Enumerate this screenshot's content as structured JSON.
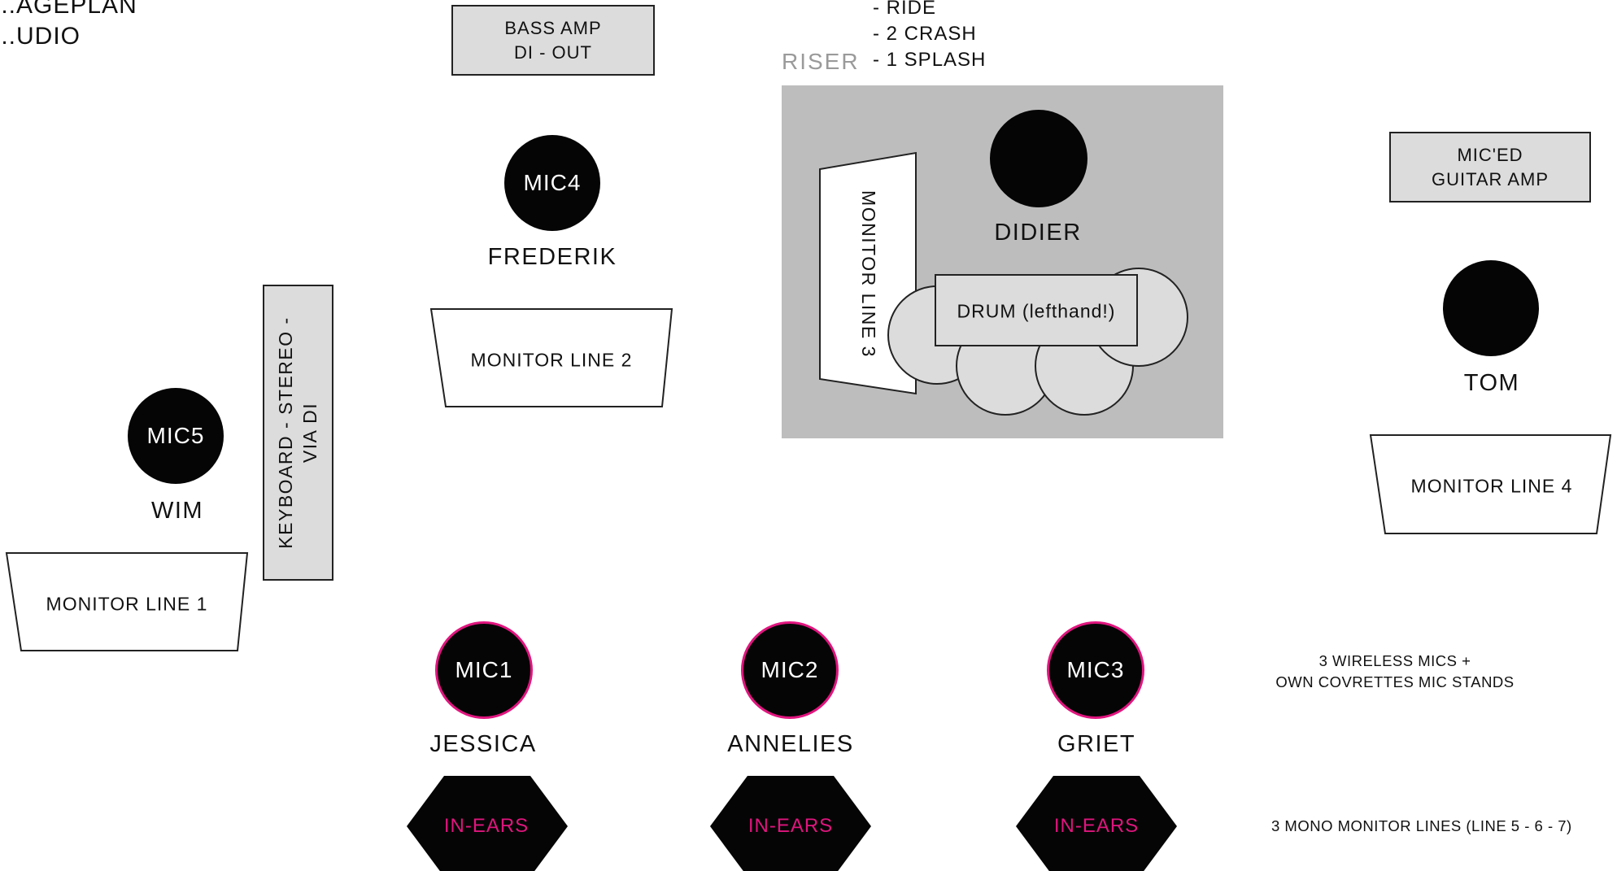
{
  "title": {
    "line1": "...AGEPLAN",
    "line2": "...UDIO"
  },
  "equipment": {
    "bass_amp": {
      "line1": "BASS AMP",
      "line2": "DI - OUT"
    },
    "guitar_amp": {
      "line1": "MIC'ED",
      "line2": "GUITAR AMP"
    },
    "keyboard": {
      "line1": "KEYBOARD - STEREO -",
      "line2": "VIA DI"
    },
    "drum": "DRUM (lefthand!)"
  },
  "riser": {
    "label": "RISER",
    "cymbals": [
      "- RIDE",
      "- 2 CRASH",
      "- 1 SPLASH"
    ]
  },
  "monitors": {
    "line1": "MONITOR LINE 1",
    "line2": "MONITOR LINE 2",
    "line3": "MONITOR LINE 3",
    "line4": "MONITOR LINE 4"
  },
  "mics": {
    "mic1": "MIC1",
    "mic2": "MIC2",
    "mic3": "MIC3",
    "mic4": "MIC4",
    "mic5": "MIC5"
  },
  "people": {
    "jessica": "JESSICA",
    "annelies": "ANNELIES",
    "griet": "GRIET",
    "frederik": "FREDERIK",
    "wim": "WIM",
    "didier": "DIDIER",
    "tom": "TOM"
  },
  "in_ears": [
    "IN-EARS",
    "IN-EARS",
    "IN-EARS"
  ],
  "notes": {
    "wireless_line1": "3 WIRELESS MICS +",
    "wireless_line2": "OWN COVRETTES MIC STANDS",
    "mono_monitors": "3 MONO MONITOR LINES (LINE 5 - 6 - 7)"
  },
  "colors": {
    "accent": "#e0157e",
    "riser": "#bdbdbd",
    "equipment_fill": "#dcdcdc",
    "drum_fill": "#dcdcdc",
    "mic_fill": "#050505"
  }
}
